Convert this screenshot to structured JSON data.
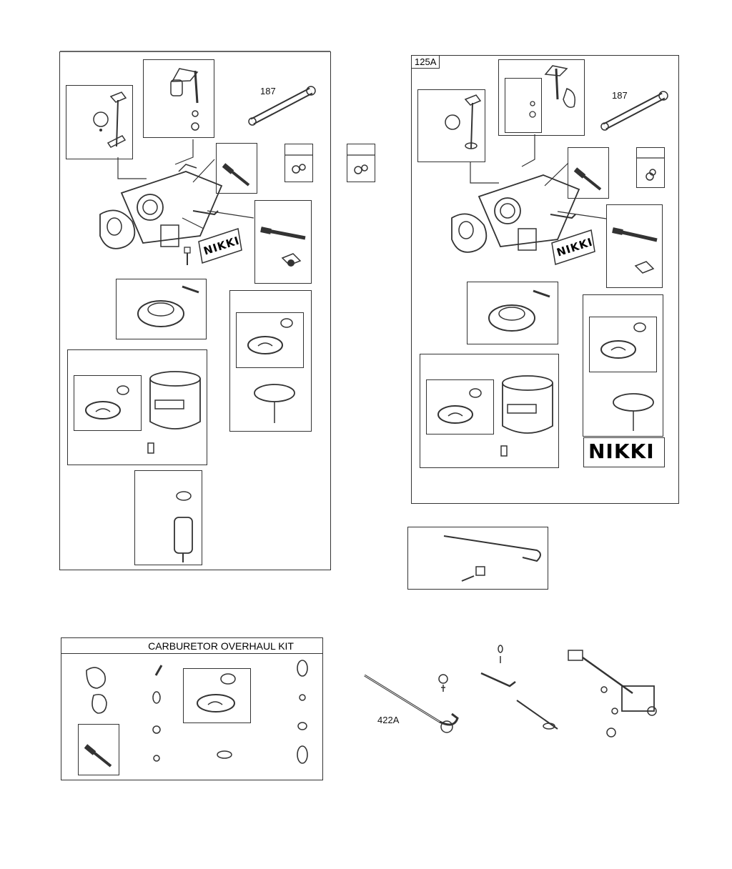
{
  "left_diagram": {
    "callout_187": "187",
    "brand_logo": "NIKKI"
  },
  "right_diagram": {
    "ref_label": "125A",
    "callout_187": "187",
    "brand_logo_small": "NIKKI",
    "brand_logo_large": "NIKKI"
  },
  "overhaul_kit": {
    "title": "CARBURETOR OVERHAUL KIT"
  },
  "linkage": {
    "callout_422a": "422A"
  },
  "icons": [
    "carburetor-icon",
    "gasket-icon",
    "float-bowl-icon",
    "needle-valve-icon",
    "fuel-pipe-icon",
    "solenoid-icon",
    "governor-link-icon",
    "spring-icon",
    "screw-icon",
    "choke-lever-icon"
  ],
  "colors": {
    "line": "#333333",
    "background": "#ffffff"
  }
}
